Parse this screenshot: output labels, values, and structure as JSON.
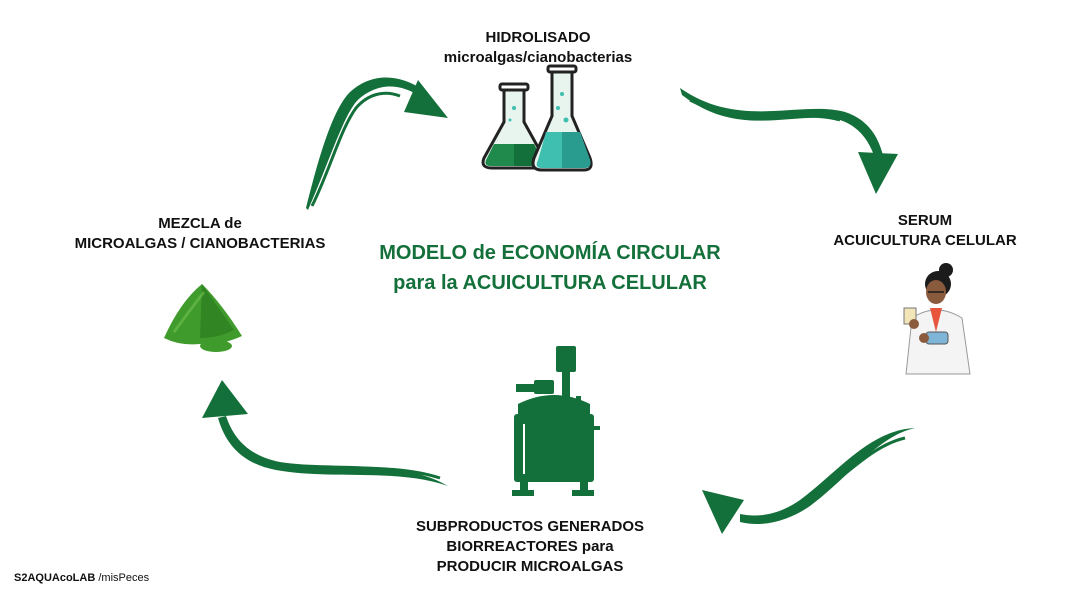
{
  "center_title": {
    "line1": "MODELO de ECONOMÍA CIRCULAR",
    "line2": "para la ACUICULTURA CELULAR"
  },
  "nodes": {
    "hidrolisado": {
      "line1": "HIDROLISADO",
      "line2": "microalgas/cianobacterias",
      "icon": "flasks-icon"
    },
    "serum": {
      "line1": "SERUM",
      "line2": "ACUICULTURA CELULAR",
      "icon": "scientist-icon"
    },
    "subproductos": {
      "line1": "SUBPRODUCTOS GENERADOS",
      "line2": "BIORREACTORES para",
      "line3": "PRODUCIR MICROALGAS",
      "icon": "bioreactor-icon"
    },
    "mezcla": {
      "line1": "MEZCLA de",
      "line2": "MICROALGAS / CIANOBACTERIAS",
      "icon": "algae-powder-icon"
    }
  },
  "credit": {
    "brand": "S2AQUAcoLAB",
    "source": " /misPeces"
  },
  "colors": {
    "accent": "#14703a",
    "text": "#111111",
    "flask_teal": "#3fbfb0"
  }
}
